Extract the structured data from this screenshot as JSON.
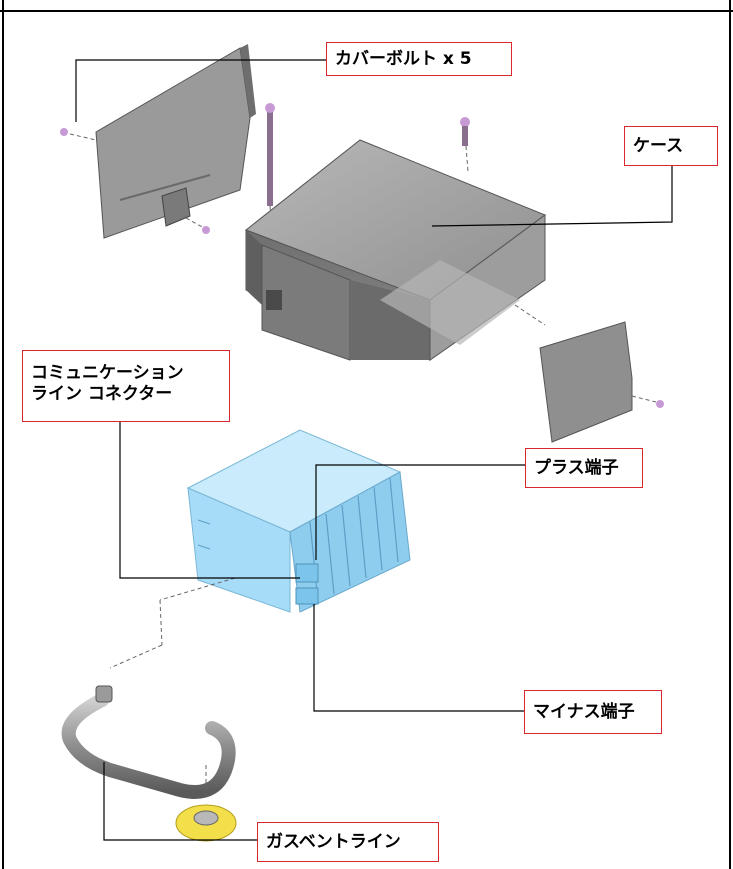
{
  "colors": {
    "callout_border": "#d9282d",
    "leader_line": "#000000",
    "case_gray": "#8c8c8c",
    "battery_blue": "#a6dcf7",
    "gasket_yellow": "#f2df4a"
  },
  "callouts": {
    "cover_bolts": "カバーボルト x 5",
    "case": "ケース",
    "comm_connector_line1": "コミュニケーション",
    "comm_connector_line2": "ライン コネクター",
    "plus_terminal": "プラス端子",
    "minus_terminal": "マイナス端子",
    "gas_vent_line": "ガスベントライン"
  }
}
